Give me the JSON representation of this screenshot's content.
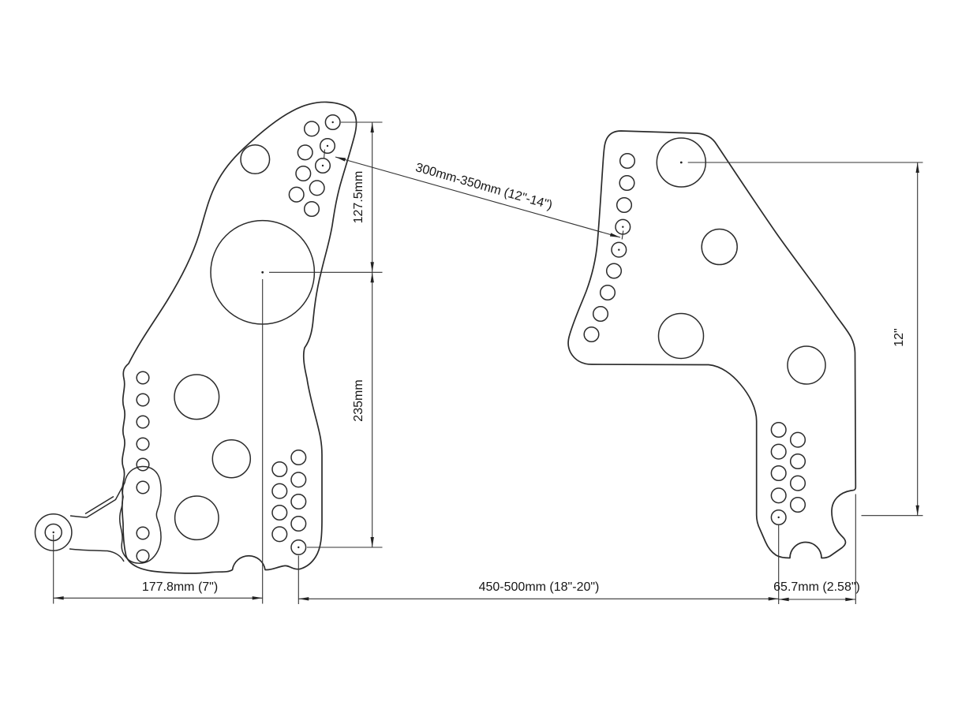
{
  "drawing": {
    "kind": "technical-drawing",
    "subject": "two laser-cut mounting plates with stagger-drilled adjustment holes",
    "background_color": "#ffffff",
    "line_color": "#2b2b2b",
    "annotations": {
      "dim_vertical_top": "127.5mm",
      "dim_vertical_mid": "235mm",
      "dim_bottom_left": "177.8mm (7\")",
      "dim_bottom_center": "450-500mm (18\"-20\")",
      "dim_bottom_right": "65.7mm (2.58\")",
      "dim_right_side": "12\"",
      "leader_between_plates": "300mm-350mm (12\"-14\")"
    }
  }
}
